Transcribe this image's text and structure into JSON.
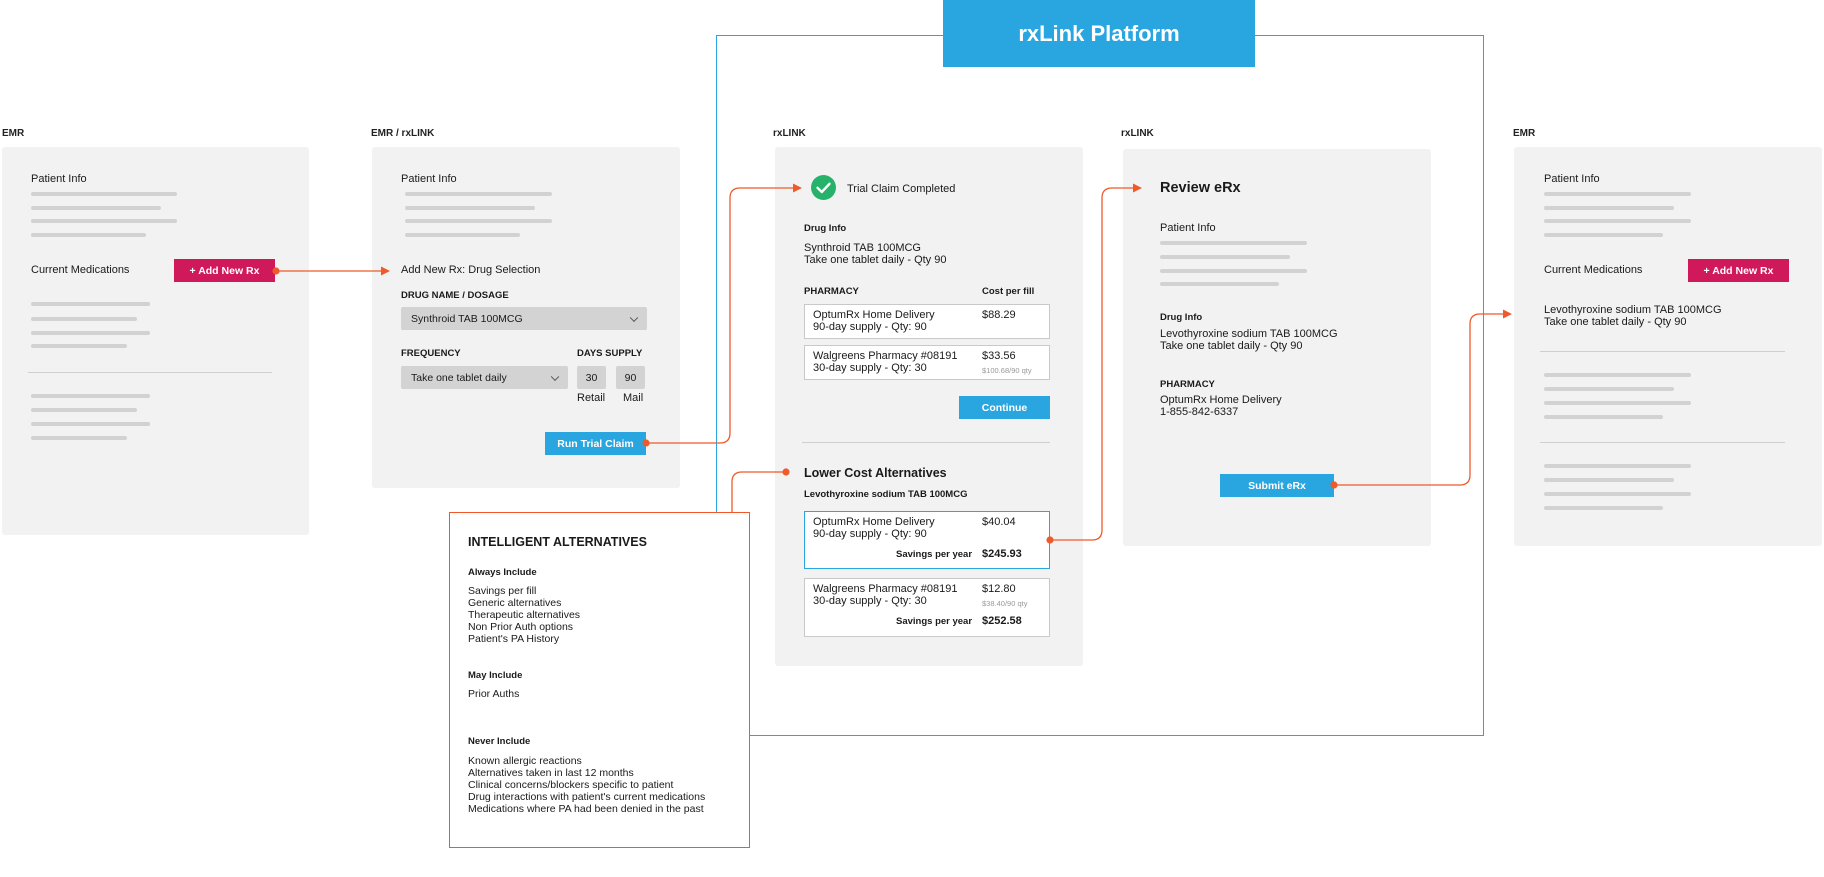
{
  "platform": {
    "title": "rxLink Platform"
  },
  "columns": {
    "c1": "EMR",
    "c2": "EMR / rxLINK",
    "c3": "rxLINK",
    "c4": "rxLINK",
    "c5": "EMR"
  },
  "emr1": {
    "patient_info": "Patient Info",
    "current_meds": "Current Medications",
    "add_btn": "+ Add New Rx"
  },
  "emr2": {
    "patient_info": "Patient Info",
    "add_new_rx": "Add New Rx: Drug Selection",
    "drug_label": "DRUG NAME / DOSAGE",
    "drug_value": "Synthroid TAB 100MCG",
    "freq_label": "FREQUENCY",
    "freq_value": "Take one tablet daily",
    "days_label": "DAYS SUPPLY",
    "retail_days": "30",
    "mail_days": "90",
    "retail_label": "Retail",
    "mail_label": "Mail",
    "run_btn": "Run Trial Claim"
  },
  "rxlink": {
    "trial_completed": "Trial Claim Completed",
    "drug_info_label": "Drug Info",
    "drug_name": "Synthroid TAB 100MCG",
    "drug_sig": "Take one tablet daily - Qty 90",
    "pharmacy_header": "PHARMACY",
    "cost_header": "Cost per fill",
    "pharmacies": [
      {
        "name": "OptumRx Home Delivery",
        "supply": "90-day supply - Qty: 90",
        "cost": "$88.29",
        "note": ""
      },
      {
        "name": "Walgreens Pharmacy #08191",
        "supply": "30-day supply - Qty: 30",
        "cost": "$33.56",
        "note": "$100.68/90 qty"
      }
    ],
    "continue_btn": "Continue",
    "alt_title": "Lower Cost Alternatives",
    "alt_drug": "Levothyroxine sodium TAB 100MCG",
    "savings_label": "Savings per year",
    "alternatives": [
      {
        "name": "OptumRx Home Delivery",
        "supply": "90-day supply - Qty: 90",
        "cost": "$40.04",
        "note": "",
        "savings": "$245.93"
      },
      {
        "name": "Walgreens Pharmacy #08191",
        "supply": "30-day supply - Qty: 30",
        "cost": "$12.80",
        "note": "$38.40/90 qty",
        "savings": "$252.58"
      }
    ]
  },
  "review": {
    "title": "Review eRx",
    "patient_info": "Patient Info",
    "drug_info_label": "Drug Info",
    "drug_name": "Levothyroxine sodium TAB 100MCG",
    "drug_sig": "Take one tablet daily - Qty 90",
    "pharmacy_label": "PHARMACY",
    "pharmacy_name": "OptumRx Home Delivery",
    "pharmacy_phone": "1-855-842-6337",
    "submit_btn": "Submit eRx"
  },
  "emr3": {
    "patient_info": "Patient Info",
    "current_meds": "Current Medications",
    "add_btn": "+ Add New Rx",
    "med_name": "Levothyroxine sodium TAB 100MCG",
    "med_sig": "Take one tablet daily - Qty 90"
  },
  "intelligent": {
    "title": "INTELLIGENT ALTERNATIVES",
    "always_label": "Always Include",
    "always_items": [
      "Savings per fill",
      "Generic alternatives",
      "Therapeutic alternatives",
      "Non Prior Auth options",
      "Patient's PA History"
    ],
    "may_label": "May Include",
    "may_items": [
      "Prior Auths"
    ],
    "never_label": "Never Include",
    "never_items": [
      "Known allergic reactions",
      "Alternatives taken in last 12 months",
      "Clinical concerns/blockers specific to patient",
      "Drug interactions with patient's current medications",
      "Medications where PA had been denied in the past"
    ]
  },
  "colors": {
    "accent_blue": "#29a6e0",
    "accent_red": "#d0195a",
    "connector": "#ef5a2a",
    "check_green": "#27b26b"
  },
  "icons": {
    "check": "check-circle-icon",
    "chevron": "chevron-down-icon",
    "arrow": "arrow-right-icon"
  }
}
